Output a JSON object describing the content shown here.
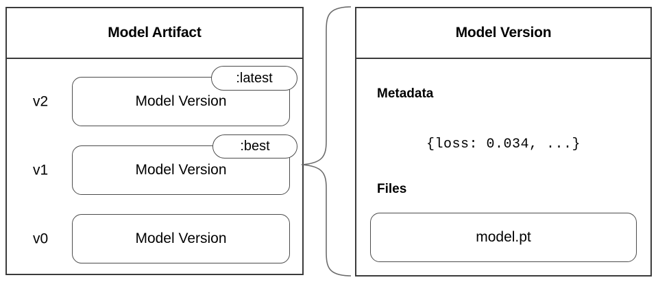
{
  "diagram": {
    "title_hidden": "",
    "left_panel": {
      "header": "Model Artifact",
      "rows": [
        {
          "version": "v2",
          "label": "Model Version",
          "tag": ":latest"
        },
        {
          "version": "v1",
          "label": "Model Version",
          "tag": ":best"
        },
        {
          "version": "v0",
          "label": "Model Version",
          "tag": ""
        }
      ]
    },
    "right_panel": {
      "header": "Model Version",
      "metadata_heading": "Metadata",
      "metadata_value": "{loss: 0.034, ...}",
      "files_heading": "Files",
      "files": [
        {
          "name": "model.pt"
        }
      ]
    },
    "colors": {
      "panel_border": "#3a3a3a",
      "box_border": "#4a4a4a",
      "connector": "#6b6b6b",
      "background": "#ffffff",
      "text": "#000000"
    }
  }
}
